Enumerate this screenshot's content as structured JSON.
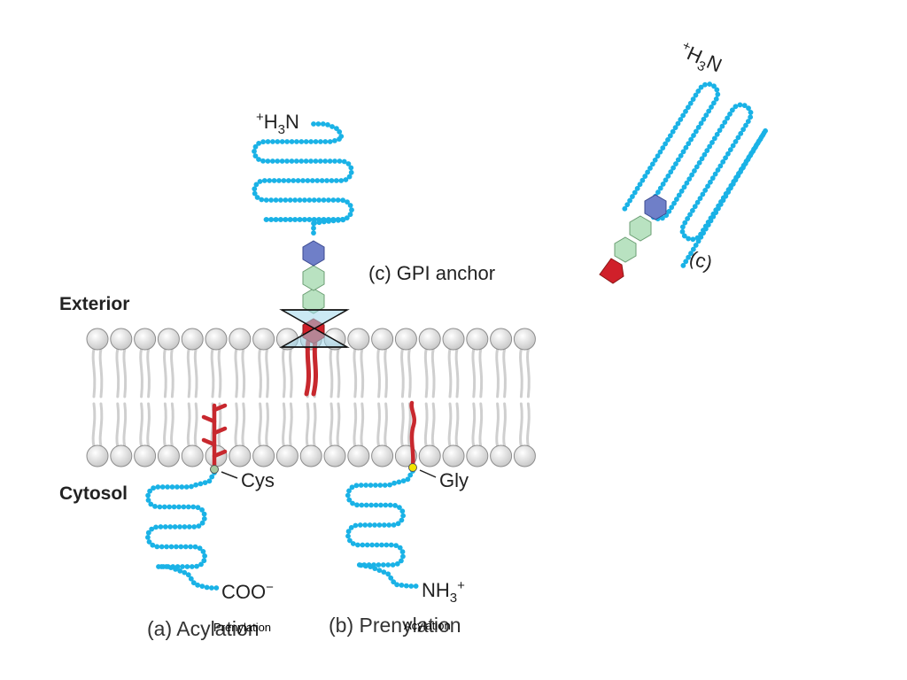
{
  "labels": {
    "exterior": "Exterior",
    "cytosol": "Cytosol",
    "gpi_anchor": "(c) GPI anchor",
    "c_right": "(c)",
    "cys": "Cys",
    "gly": "Gly",
    "coo": "COO",
    "coo_sup": "−",
    "nh3": "NH",
    "nh3_sub": "3",
    "nh3_sup": "+",
    "h3n_sup": "+",
    "h3n_h": "H",
    "h3n_sub": "3",
    "h3n_n": "N",
    "caption_a": "(a) Acylation",
    "caption_b": "(b) Prenylation",
    "overlay_a": "Prenylation",
    "overlay_b": "Acylation"
  },
  "colors": {
    "protein_bead": "#1ab2e6",
    "sugar_blue": "#6f7fc8",
    "sugar_green": "#b9e2c1",
    "anchor_red": "#d0202a",
    "lipid_red": "#c8282e",
    "lipid_head": "#e9e9e9",
    "lipid_tail": "#cfcfcf"
  },
  "icons": {
    "protein": "bead-chain",
    "sugar": "hexagon",
    "cys_marker": "gray-dot",
    "gly_marker": "yellow-dot",
    "anchor_cross": "hourglass-cross"
  }
}
